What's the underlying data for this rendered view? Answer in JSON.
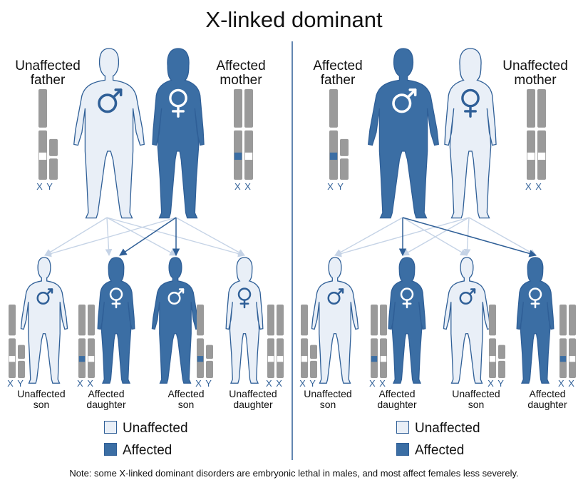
{
  "title": "X-linked dominant",
  "colors": {
    "affected": "#3b6ea4",
    "unaffected": "#e9eff7",
    "outline": "#2f5f97",
    "chromosome": "#9a9a9a"
  },
  "icons": {
    "male": "male-symbol-icon",
    "female": "female-symbol-icon"
  },
  "left": {
    "father": {
      "line1": "Unaffected",
      "line2": "father",
      "chromosomes": "X Y"
    },
    "mother": {
      "line1": "Affected",
      "line2": "mother",
      "chromosomes": "X X"
    },
    "children": [
      {
        "line1": "Unaffected",
        "line2": "son",
        "chromosomes": "X Y"
      },
      {
        "line1": "Affected",
        "line2": "daughter",
        "chromosomes": "X X"
      },
      {
        "line1": "Affected",
        "line2": "son",
        "chromosomes": "X Y"
      },
      {
        "line1": "Unaffected",
        "line2": "daughter",
        "chromosomes": "X X"
      }
    ]
  },
  "right": {
    "father": {
      "line1": "Affected",
      "line2": "father",
      "chromosomes": "X Y"
    },
    "mother": {
      "line1": "Unaffected",
      "line2": "mother",
      "chromosomes": "X X"
    },
    "children": [
      {
        "line1": "Unaffected",
        "line2": "son",
        "chromosomes": "X Y"
      },
      {
        "line1": "Affected",
        "line2": "daughter",
        "chromosomes": "X X"
      },
      {
        "line1": "Unaffected",
        "line2": "son",
        "chromosomes": "X Y"
      },
      {
        "line1": "Affected",
        "line2": "daughter",
        "chromosomes": "X X"
      }
    ]
  },
  "legend": {
    "unaffected": "Unaffected",
    "affected": "Affected"
  },
  "note": "Note: some X-linked dominant disorders are embryonic lethal in males, and most affect females less severely."
}
